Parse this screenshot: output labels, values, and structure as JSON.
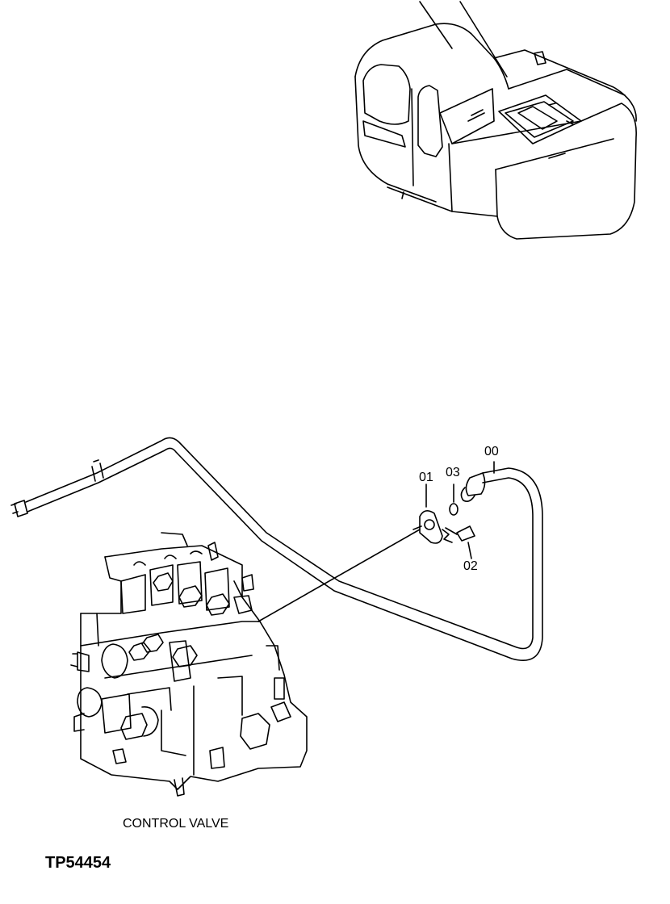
{
  "callouts": {
    "part_00": "00",
    "part_01": "01",
    "part_02": "02",
    "part_03": "03"
  },
  "caption": "CONTROL VALVE",
  "figure_id": "TP54454",
  "colors": {
    "line": "#000000",
    "background": "#ffffff"
  }
}
